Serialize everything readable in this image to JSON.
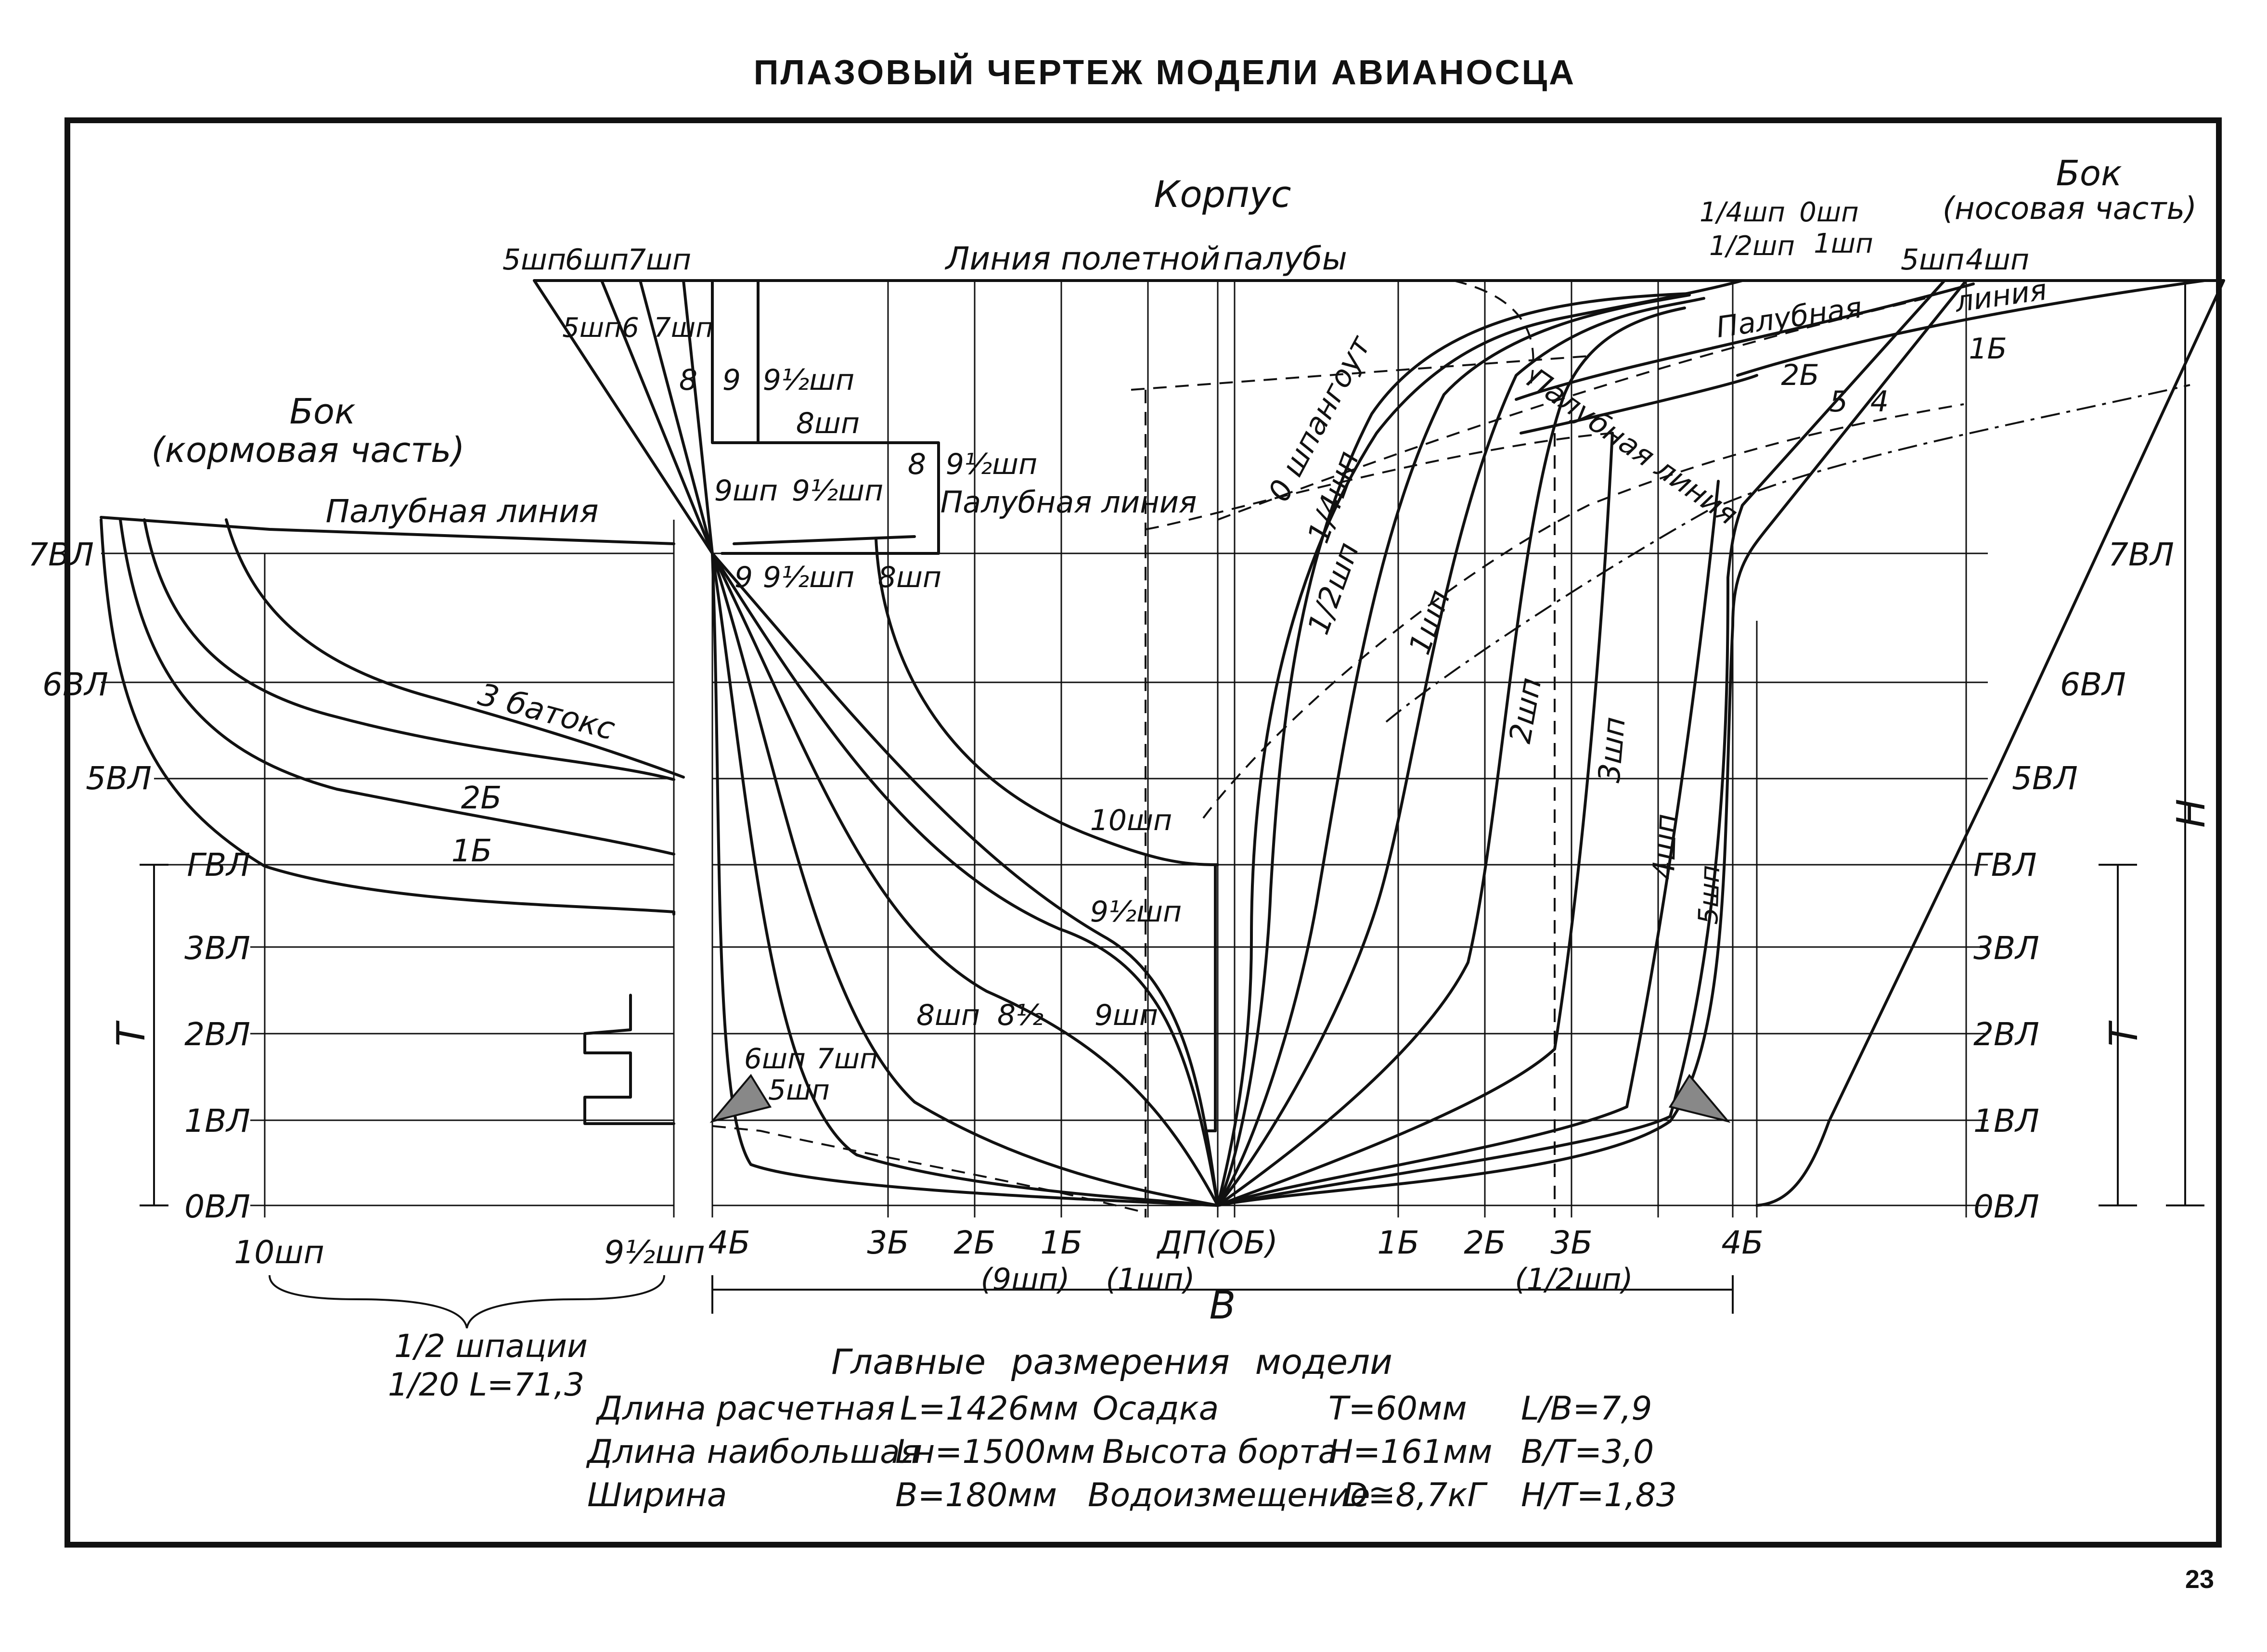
{
  "title": "ПЛАЗОВЫЙ ЧЕРТЕЖ МОДЕЛИ АВИАНОСЦА",
  "page_number": "23",
  "sections": {
    "body": "Корпус",
    "stern_side": [
      "Бок",
      "(кормовая часть)"
    ],
    "bow_side": [
      "Бок",
      "(носовая часть)"
    ]
  },
  "waterlines_left": [
    "7ВЛ",
    "6ВЛ",
    "5ВЛ",
    "ГВЛ",
    "3ВЛ",
    "2ВЛ",
    "1ВЛ",
    "0ВЛ"
  ],
  "waterlines_right": [
    "7ВЛ",
    "6ВЛ",
    "5ВЛ",
    "ГВЛ",
    "3ВЛ",
    "2ВЛ",
    "1ВЛ",
    "0ВЛ"
  ],
  "buttocks_bottom": [
    "4Б",
    "3Б",
    "2Б",
    "1Б",
    "ДП(ОБ)",
    "1Б",
    "2Б",
    "3Б",
    "4Б"
  ],
  "bottom_sub_labels": [
    "(9шп)",
    "(1шп)",
    "(1/2шп)"
  ],
  "stern_frames_bottom": [
    "10шп",
    "9½шп"
  ],
  "half_spacing": [
    "1/2 шпации",
    "1/20 L=71,3"
  ],
  "dimension_letters": {
    "B": "В",
    "H": "Н",
    "T": "Т"
  },
  "stern_labels": {
    "deck_line": "Палубная линия",
    "buttock3": "3 батокс",
    "b2": "2Б",
    "b1": "1Б"
  },
  "body_labels": {
    "flight_deck": [
      "Линия полетной",
      "палубы"
    ],
    "top_frames": [
      "5шп",
      "6шп",
      "7шп"
    ],
    "inner_frames": [
      "5шп",
      "6",
      "7шп"
    ],
    "f8": "8",
    "f9": "9",
    "f9half": "9½шп",
    "f8shp": "8шп",
    "f9shp": "9шп",
    "f9half2": "9½шп",
    "f8r": "8",
    "f9half3": "9½шп",
    "deck_line_mid": "Палубная линия",
    "f9b": "9",
    "f9halfb": "9½шп",
    "f8shpb": "8шп",
    "f10": "10шп",
    "f9half_lower": "9½шп",
    "f8_lower": "8шп",
    "f8half": "8½",
    "f9_lower": "9шп",
    "f6_lower": "6шп",
    "f7_lower": "7шп",
    "f5_lower": "5шп",
    "frame0": "0 шпангоут",
    "frame14": "1/4шп",
    "frame12": "1/2шп",
    "frame1": "1шп",
    "frame2": "2шп",
    "frame3": "3шп",
    "frame4": "4шп",
    "frame5": "5шп",
    "deck_line_bow": "Палубная линия",
    "top_right_frames": [
      "1/4шп",
      "0шп",
      "1/2шп",
      "1шп"
    ],
    "top_right_frames2": [
      "5шп",
      "4шп"
    ],
    "palub": "Палубная",
    "liniya": "линия",
    "b2r": "2Б",
    "five": "5",
    "four": "4",
    "b1r": "1Б"
  },
  "dimensions": {
    "header": "Главные размерения модели",
    "rows": [
      [
        "Длина расчетная",
        "L=1426мм",
        "Осадка",
        "T=60мм",
        "L/B=7,9"
      ],
      [
        "Длина наибольшая",
        "Lн=1500мм",
        "Высота борта",
        "H=161мм",
        "B/T=3,0"
      ],
      [
        "Ширина",
        "B=180мм",
        "Водоизмещение",
        "D≅8,7кГ",
        "H/T=1,83"
      ]
    ]
  }
}
